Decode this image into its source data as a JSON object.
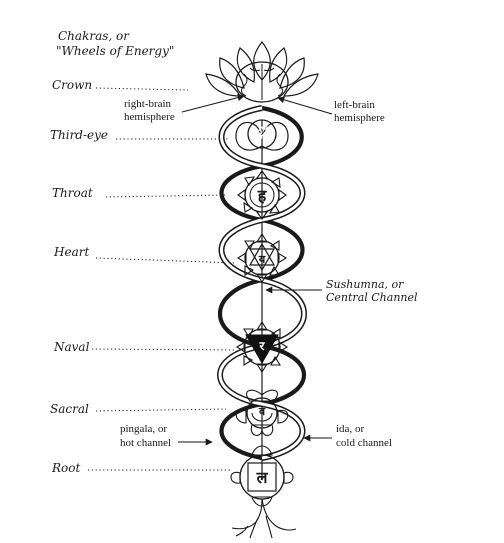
{
  "title_line1": "Chakras, or",
  "title_line2": "\"Wheels of Energy\"",
  "chakras": [
    {
      "id": "crown",
      "label": "Crown"
    },
    {
      "id": "third-eye",
      "label": "Third-eye"
    },
    {
      "id": "throat",
      "label": "Throat"
    },
    {
      "id": "heart",
      "label": "Heart"
    },
    {
      "id": "naval",
      "label": "Naval"
    },
    {
      "id": "sacral",
      "label": "Sacral"
    },
    {
      "id": "root",
      "label": "Root"
    }
  ],
  "annotations": {
    "right_brain": {
      "line1": "right-brain",
      "line2": "hemisphere"
    },
    "left_brain": {
      "line1": "left-brain",
      "line2": "hemisphere"
    },
    "sushumna": {
      "line1": "Sushumna, or",
      "line2": "Central Channel"
    },
    "pingala": {
      "line1": "pingala, or",
      "line2": "hot channel"
    },
    "ida": {
      "line1": "ida, or",
      "line2": "cold channel"
    }
  },
  "symbols": {
    "om": "ॐ",
    "ham": "ह",
    "yam": "य",
    "ram": "र",
    "vam": "व",
    "lam": "ल"
  },
  "colors": {
    "ink": "#1a1a1a",
    "paper": "#ffffff"
  }
}
